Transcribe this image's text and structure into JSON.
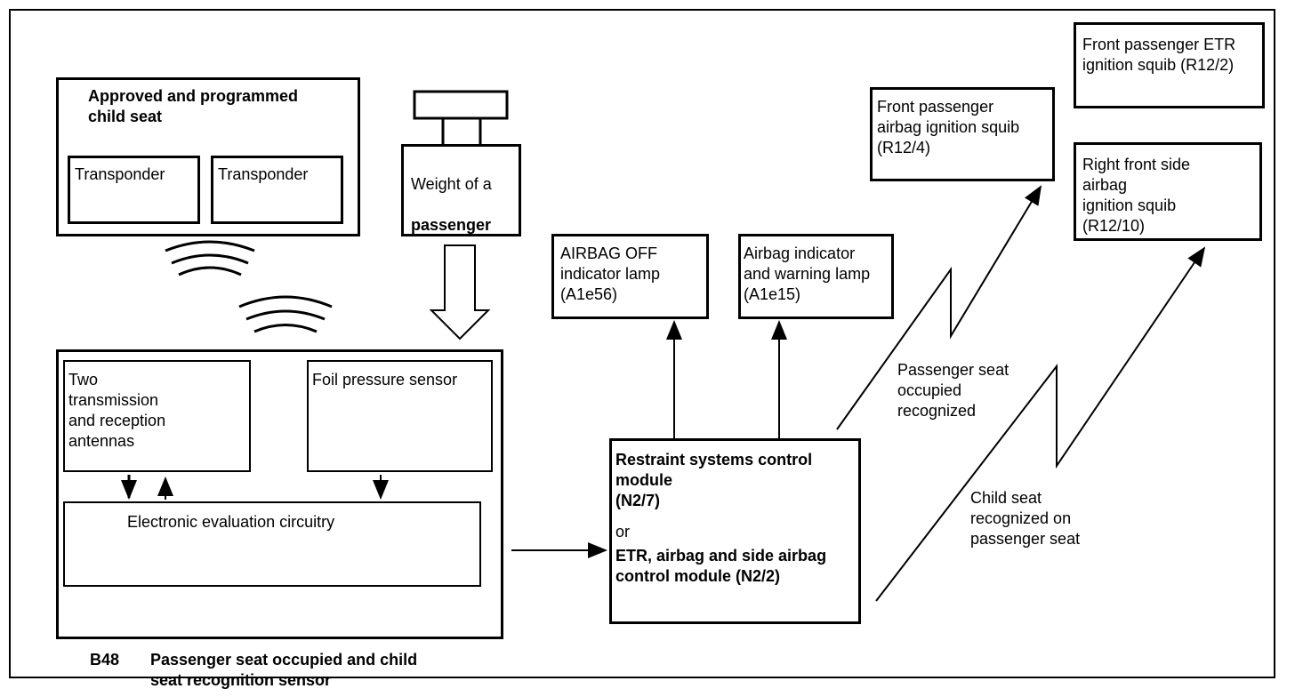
{
  "child_seat": {
    "title": "Approved and programmed\nchild seat",
    "transponder_1": "Transponder",
    "transponder_2": "Transponder"
  },
  "weight": {
    "text_normal": "Weight of a",
    "text_bold": "passenger"
  },
  "sensor": {
    "antennas": "Two\ntransmission\nand reception\nantennas",
    "foil": "Foil pressure sensor",
    "circuitry": "Electronic evaluation circuitry",
    "code": "B48",
    "caption": "Passenger seat occupied and child\n seat recognition sensor"
  },
  "lamps": {
    "airbag_off": "AIRBAG OFF\nindicator lamp\n(A1e56)",
    "airbag_indicator": "Airbag indicator\nand warning lamp\n (A1e15)"
  },
  "control_module": {
    "line1": "Restraint systems control\nmodule\n(N2/7)",
    "or": "or",
    "line2": "ETR, airbag and side airbag\ncontrol module (N2/2)"
  },
  "squibs": {
    "front_passenger_etr": "Front passenger ETR\nignition squib (R12/2)",
    "front_passenger_airbag": "Front passenger\nairbag ignition squib\n(R12/4)",
    "right_front_side": "Right front side\nairbag\nignition squib\n(R12/10)"
  },
  "signals": {
    "passenger_occupied": "Passenger  seat\noccupied\nrecognized",
    "child_seat": "Child seat\nrecognized on\npassenger seat"
  }
}
